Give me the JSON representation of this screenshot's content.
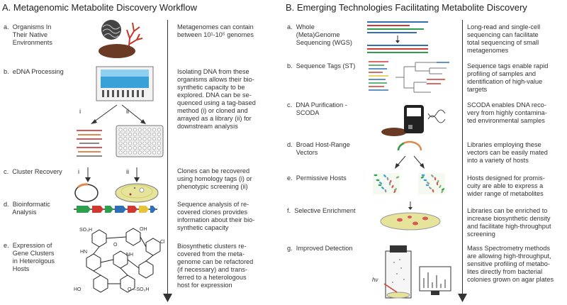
{
  "panel_a": {
    "title": "A.  Metagenomic Metabolite Discovery Workflow",
    "steps": [
      {
        "label": "a.  Organisms In\n     Their Native\n     Environments",
        "desc": "Metagenomes can contain\nbetween 10¹-10⁵ genomes"
      },
      {
        "label": "b.  eDNA Processing",
        "desc": "Isolating DNA from these\norganisms allows their bio-\nsynthetic capacity to be\nexplored. DNA can be se-\nquenced using a tag-based\nmethod (i) or cloned and\narrayed as a library (ii) for\ndownstream analysis"
      },
      {
        "label": "c.  Cluster Recovery",
        "desc": "Clones can be recovered\nusing homology tags (i) or\nphenotypic screening (ii)"
      },
      {
        "label": "d.  Bioinformatic\n     Analysis",
        "desc": "Sequence analysis of re-\ncovered clones provides\ninformation about their bio-\nsynthetic capacity"
      },
      {
        "label": "e.  Expression of\n     Gene Clusters\n     in Heterolgous\n     Hosts",
        "desc": "Biosynthetic clusters re-\ncovered from the meta-\ngenome can be refactored\n(if necessary) and trans-\nferred to a heterologous\nhost for expression"
      }
    ],
    "roman_i": "i",
    "roman_ii": "ii",
    "chem_so3h": "SO₃H",
    "chem_oh": "OH",
    "chem_ho": "HO",
    "chem_hn": "HN",
    "chem_nh": "NH",
    "chem_cl": "Cl",
    "chem_o": "O",
    "chem_oso3h": "O—SO₃H"
  },
  "panel_b": {
    "title": "B.  Emerging Technologies Facilitating Metabolite Discovery",
    "steps": [
      {
        "label": "a.  Whole\n     (Meta)Genome\n     Sequencing (WGS)",
        "desc": "Long-read and single-cell\nsequencing can facilitate\ntotal sequencing of small\nmetagenomes"
      },
      {
        "label": "b.  Sequence Tags (ST)",
        "desc": "Sequence tags enable rapid\nprofiling of samples and\nidentification of high-value\ntargets"
      },
      {
        "label": "c.  DNA Purification -\n     SCODA",
        "desc": "SCODA enables DNA reco-\nvery from highly contamina-\nted environmental samples"
      },
      {
        "label": "d.  Broad Host-Range\n     Vectors",
        "desc": "Libraries employing these\nvectors can be easily mated\ninto a variety of hosts"
      },
      {
        "label": "e.  Permissive Hosts",
        "desc": "Hosts designed for promis-\ncuity are able to express a\nwider range of metabolites"
      },
      {
        "label": "f.  Selective Enrichment",
        "desc": "Libraries can be enriched to\nincrease biosynthetic density\nand facilitate high-throughput\nscreening"
      },
      {
        "label": "g.  Improved Detection",
        "desc": "Mass Spectrometry methods\nare allowing high-throughput,\nsensitive profiling of metabo-\nlites directly from bacterial\ncolonies grown on agar plates"
      }
    ],
    "hv": "hν"
  },
  "colors": {
    "ink": "#333333",
    "soil": "#6b3a24",
    "coral": "#c0392b",
    "gel_blue": "#3aa0d8",
    "agar": "#e6e39a",
    "colony": "#d65a5a",
    "gene_green": "#2e9e4f",
    "gene_red": "#d0392f",
    "gene_blue": "#2f6fb5",
    "gene_yellow": "#e7c33a"
  }
}
